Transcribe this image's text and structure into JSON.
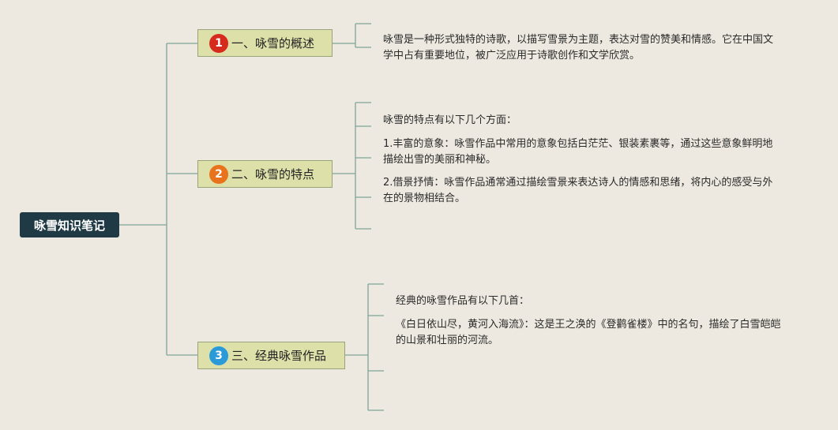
{
  "root": {
    "label": "咏雪知识笔记",
    "color": "#1f3a45"
  },
  "colors": {
    "line": "#7fa598",
    "branch_fill": "#dde0a9",
    "branch_border": "#9aa47a"
  },
  "branches": [
    {
      "number": "1",
      "badge_color": "#d62b1c",
      "label": "一、咏雪的概述",
      "details": [
        "咏雪是一种形式独特的诗歌，以描写雪景为主题，表达对雪的赞美和情感。它在中国文学中占有重要地位，被广泛应用于诗歌创作和文学欣赏。"
      ]
    },
    {
      "number": "2",
      "badge_color": "#e8731c",
      "label": "二、咏雪的特点",
      "details": [
        "咏雪的特点有以下几个方面：",
        "1.丰富的意象：咏雪作品中常用的意象包括白茫茫、银装素裹等，通过这些意象鲜明地描绘出雪的美丽和神秘。",
        "2.借景抒情：咏雪作品通常通过描绘雪景来表达诗人的情感和思绪，将内心的感受与外在的景物相结合。"
      ]
    },
    {
      "number": "3",
      "badge_color": "#2a9ad8",
      "label": "三、经典咏雪作品",
      "details": [
        "经典的咏雪作品有以下几首：",
        "《白日依山尽，黄河入海流》：这是王之涣的《登鹳雀楼》中的名句，描绘了白雪皑皑的山景和壮丽的河流。"
      ]
    }
  ]
}
